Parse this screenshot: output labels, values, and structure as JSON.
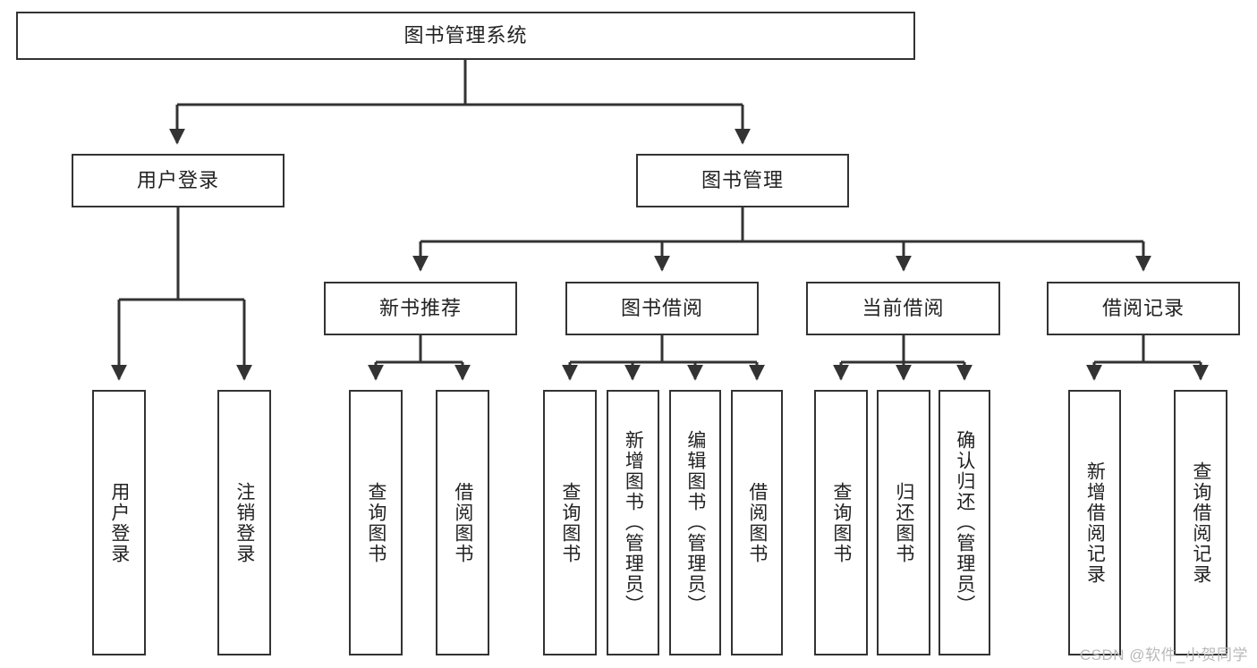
{
  "diagram": {
    "title": "图书管理系统",
    "type": "hierarchy-tree",
    "colors": {
      "box_border": "#333333",
      "box_fill": "#ffffff",
      "edge": "#333333",
      "text": "#222222",
      "watermark": "#b9b9b9"
    },
    "levels": {
      "root": {
        "label": "图书管理系统",
        "orientation": "horizontal"
      },
      "level2": [
        {
          "label": "用户登录",
          "orientation": "horizontal"
        },
        {
          "label": "图书管理",
          "orientation": "horizontal"
        }
      ],
      "level3": [
        {
          "label": "新书推荐",
          "orientation": "horizontal"
        },
        {
          "label": "图书借阅",
          "orientation": "horizontal"
        },
        {
          "label": "当前借阅",
          "orientation": "horizontal"
        },
        {
          "label": "借阅记录",
          "orientation": "horizontal"
        }
      ],
      "leaves": [
        {
          "label": "用户登录",
          "parent": "用户登录",
          "orientation": "vertical"
        },
        {
          "label": "注销登录",
          "parent": "用户登录",
          "orientation": "vertical"
        },
        {
          "label": "查询图书",
          "parent": "新书推荐",
          "orientation": "vertical"
        },
        {
          "label": "借阅图书",
          "parent": "新书推荐",
          "orientation": "vertical"
        },
        {
          "label": "查询图书",
          "parent": "图书借阅",
          "orientation": "vertical"
        },
        {
          "label": "新增图书（管理员）",
          "parent": "图书借阅",
          "orientation": "vertical"
        },
        {
          "label": "编辑图书（管理员）",
          "parent": "图书借阅",
          "orientation": "vertical"
        },
        {
          "label": "借阅图书",
          "parent": "图书借阅",
          "orientation": "vertical"
        },
        {
          "label": "查询图书",
          "parent": "当前借阅",
          "orientation": "vertical"
        },
        {
          "label": "归还图书",
          "parent": "当前借阅",
          "orientation": "vertical"
        },
        {
          "label": "确认归还（管理员）",
          "parent": "当前借阅",
          "orientation": "vertical"
        },
        {
          "label": "新增借阅记录",
          "parent": "借阅记录",
          "orientation": "vertical"
        },
        {
          "label": "查询借阅记录",
          "parent": "借阅记录",
          "orientation": "vertical"
        }
      ]
    },
    "watermark": "CSDN @软件_小贺同学"
  }
}
